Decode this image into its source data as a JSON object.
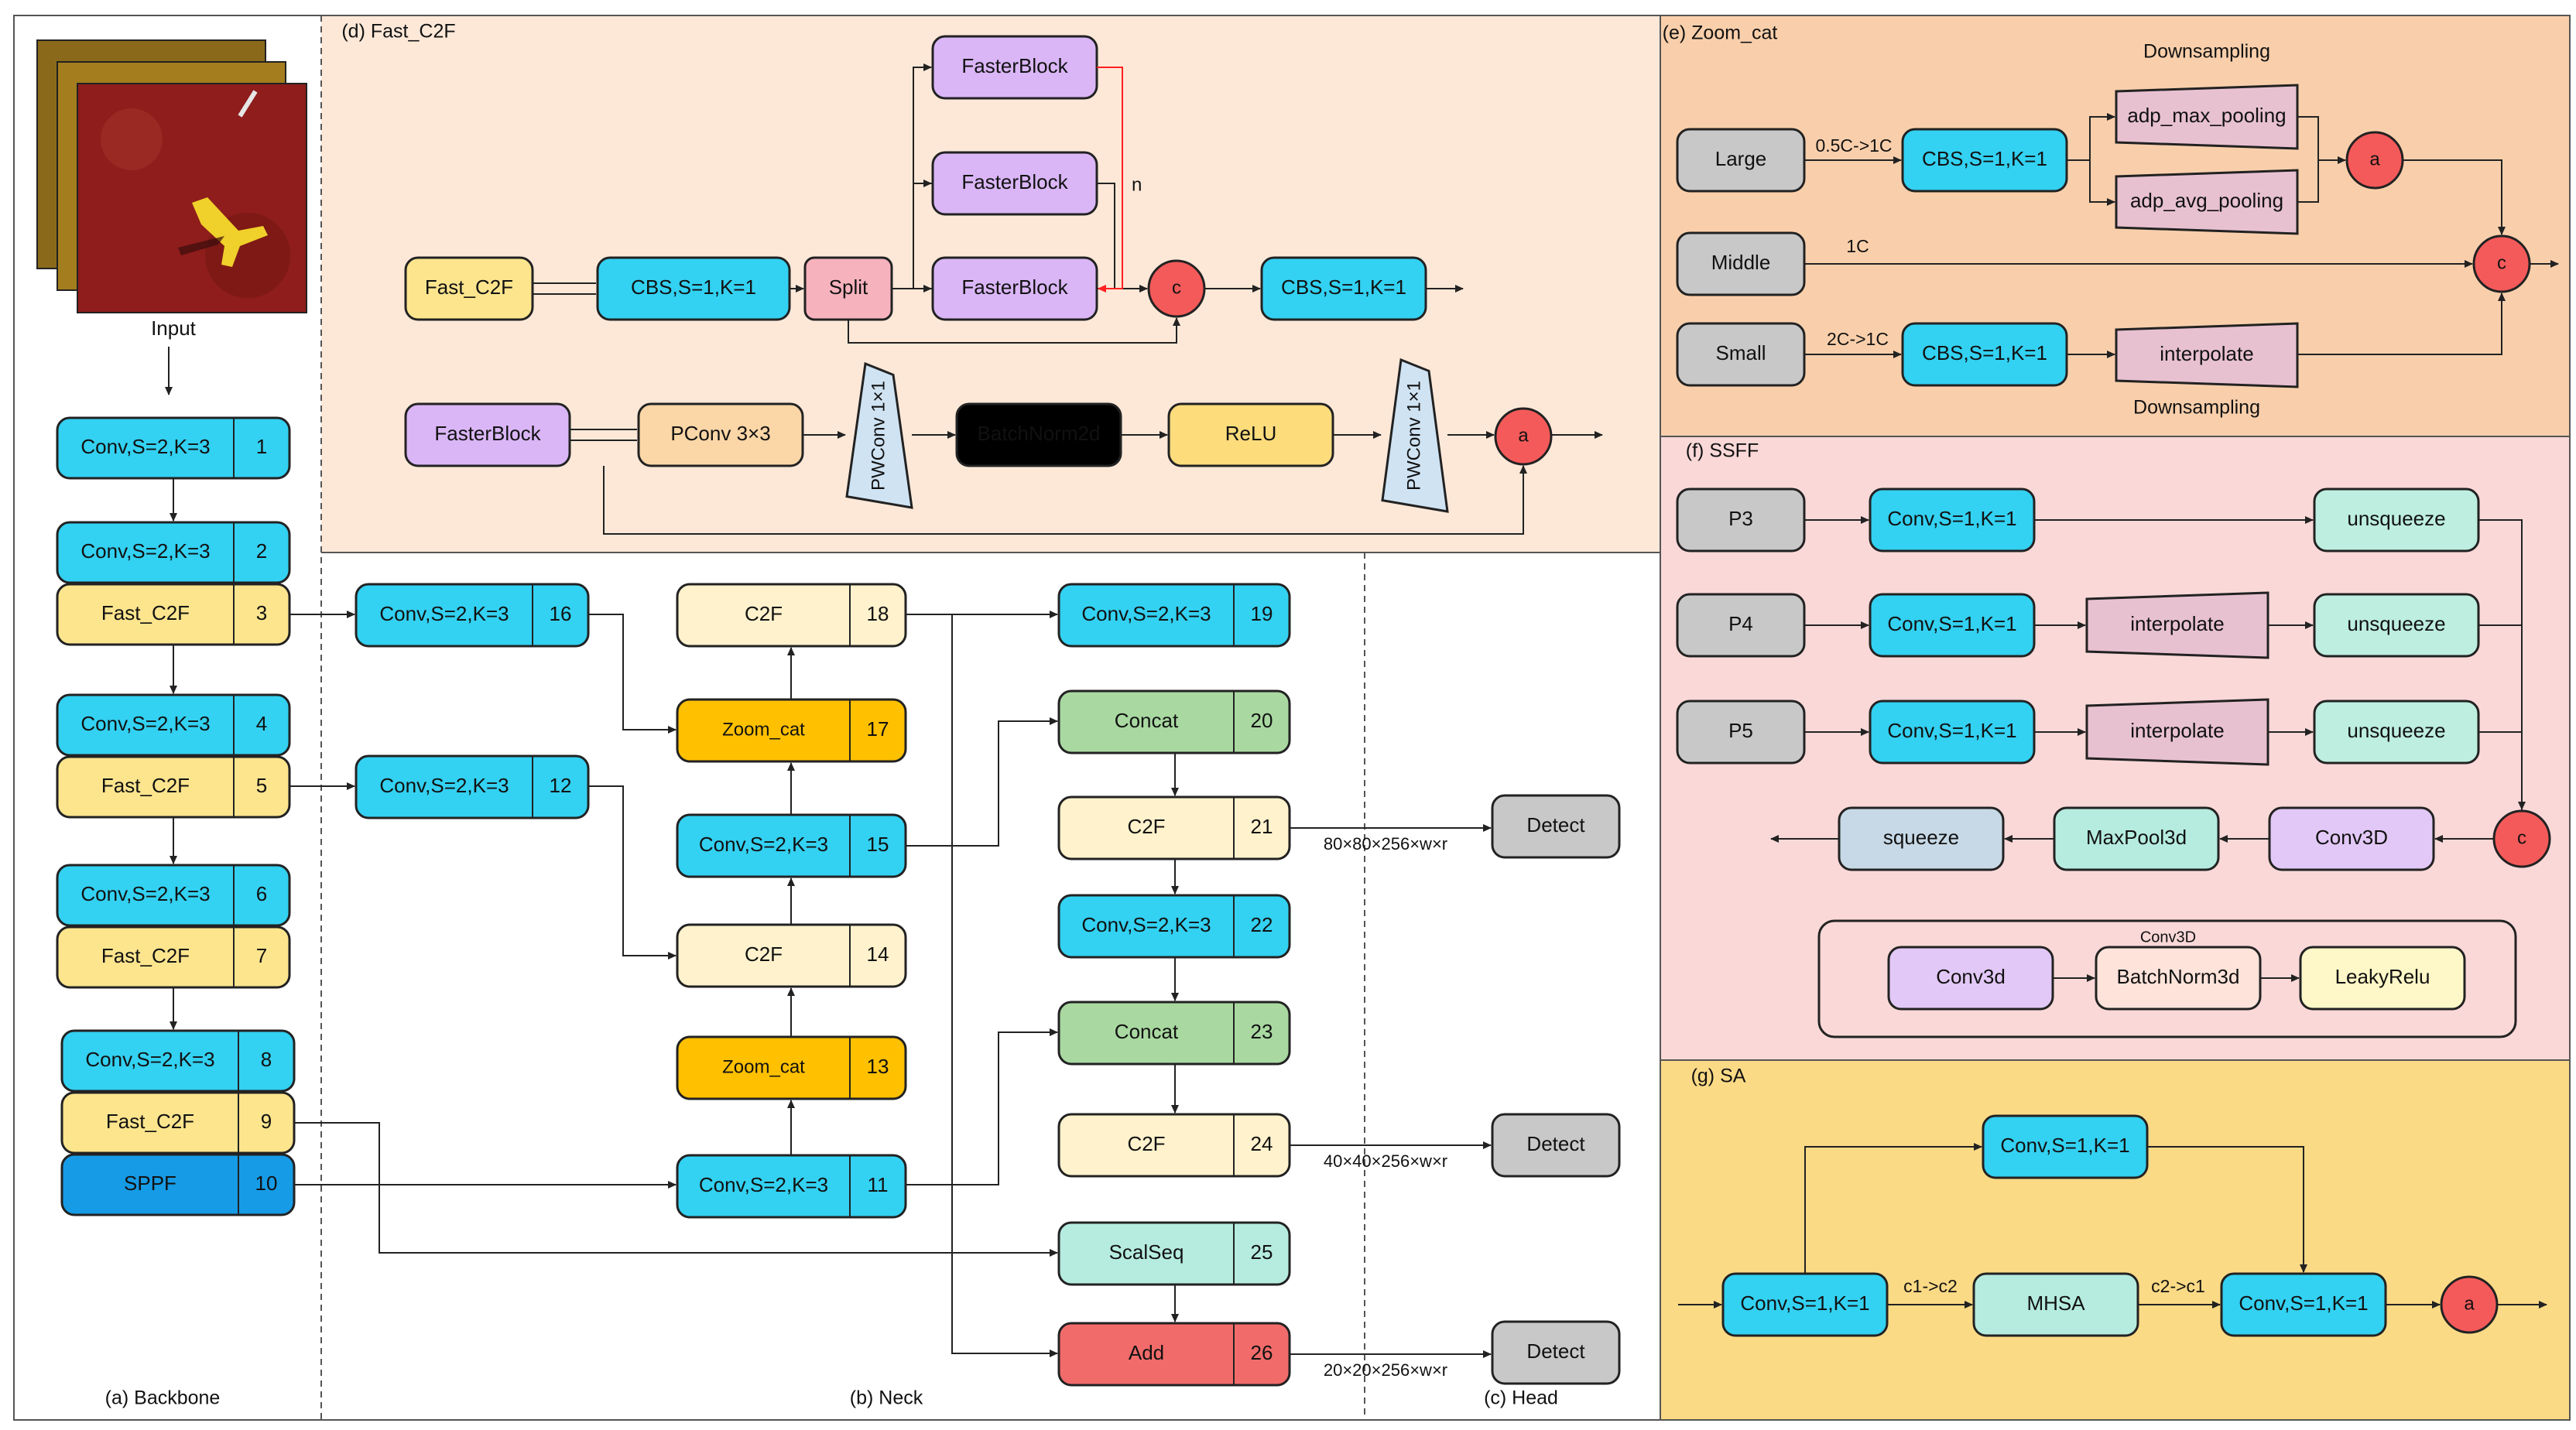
{
  "backbone": {
    "caption": "(a)  Backbone",
    "input_label": "Input",
    "blocks": [
      {
        "label": "Conv,S=2,K=3",
        "num": "1"
      },
      {
        "label": "Conv,S=2,K=3",
        "num": "2"
      },
      {
        "label": "Fast_C2F",
        "num": "3"
      },
      {
        "label": "Conv,S=2,K=3",
        "num": "4"
      },
      {
        "label": "Fast_C2F",
        "num": "5"
      },
      {
        "label": "Conv,S=2,K=3",
        "num": "6"
      },
      {
        "label": "Fast_C2F",
        "num": "7"
      },
      {
        "label": "Conv,S=2,K=3",
        "num": "8"
      },
      {
        "label": "Fast_C2F",
        "num": "9"
      },
      {
        "label": "SPPF",
        "num": "10"
      }
    ]
  },
  "neck": {
    "caption": "(b)  Neck",
    "blocks": [
      {
        "label": "Conv,S=2,K=3",
        "num": "16"
      },
      {
        "label": "Conv,S=2,K=3",
        "num": "12"
      },
      {
        "label": "C2F",
        "num": "18"
      },
      {
        "label": "Zoom_cat",
        "num": "17"
      },
      {
        "label": "Conv,S=2,K=3",
        "num": "15"
      },
      {
        "label": "C2F",
        "num": "14"
      },
      {
        "label": "Zoom_cat",
        "num": "13"
      },
      {
        "label": "Conv,S=2,K=3",
        "num": "11"
      },
      {
        "label": "Conv,S=2,K=3",
        "num": "19"
      },
      {
        "label": "Concat",
        "num": "20"
      },
      {
        "label": "C2F",
        "num": "21"
      },
      {
        "label": "Conv,S=2,K=3",
        "num": "22"
      },
      {
        "label": "Concat",
        "num": "23"
      },
      {
        "label": "C2F",
        "num": "24"
      },
      {
        "label": "ScalSeq",
        "num": "25"
      },
      {
        "label": "Add",
        "num": "26"
      }
    ]
  },
  "head": {
    "caption": "(c)  Head",
    "detect_label": "Detect",
    "sizes": [
      "80×80×256×w×r",
      "40×40×256×w×r",
      "20×20×256×w×r"
    ]
  },
  "fast_c2f": {
    "caption": "(d)  Fast_C2F",
    "input": "Fast_C2F",
    "cbs": "CBS,S=1,K=1",
    "split": "Split",
    "faster_block": "FasterBlock",
    "concat": "c",
    "n_label": "n",
    "pconv": "PConv 3×3",
    "pwconv": "PWConv 1×1",
    "batchnorm": "BatchNorm2d",
    "relu": "ReLU",
    "add": "a"
  },
  "zoom_cat": {
    "caption": "(e) Zoom_cat",
    "inputs": [
      "Large",
      "Middle",
      "Small"
    ],
    "cbs": "CBS,S=1,K=1",
    "max_pool": "adp_max_pooling",
    "avg_pool": "adp_avg_pooling",
    "interpolate": "interpolate",
    "ratio_large": "0.5C->1C",
    "ratio_middle": "1C",
    "ratio_small": "2C->1C",
    "downsampling": "Downsampling",
    "add": "a",
    "concat": "c"
  },
  "ssff": {
    "caption": "(f)  SSFF",
    "inputs": [
      "P3",
      "P4",
      "P5"
    ],
    "conv": "Conv,S=1,K=1",
    "interpolate": "interpolate",
    "unsqueeze": "unsqueeze",
    "concat": "c",
    "conv3d": "Conv3D",
    "maxpool3d": "MaxPool3d",
    "squeeze": "squeeze",
    "legend_title": "Conv3D",
    "legend_items": [
      "Conv3d",
      "BatchNorm3d",
      "LeakyRelu"
    ]
  },
  "sa": {
    "caption": "(g)  SA",
    "conv": "Conv,S=1,K=1",
    "mhsa": "MHSA",
    "ratio_in": "c1->c2",
    "ratio_out": "c2->c1",
    "add": "a"
  },
  "colors": {
    "conv": "#33d1f2",
    "sppf": "#169be6",
    "fast_c2f": "#fde58e",
    "c2f": "#fff2cc",
    "zoom_cat": "#ffc000",
    "concat": "#a9d9a1",
    "scalseq": "#b5ecdf",
    "add_block": "#f26b6b",
    "detect": "#c8c8c8",
    "faster_block": "#dab6f7",
    "split": "#f6b2bd",
    "pconv": "#fbd6a7",
    "batchnorm2d": "#2ff3e8",
    "relu": "#fddc7c",
    "pwconv": "#cfe3f3",
    "circle": "#f55a5a",
    "pool": "#e8c1d0",
    "gray_input": "#c8c8c8",
    "unsqueeze": "#bdeee0",
    "squeeze": "#c7d9e6",
    "conv3d": "#e2c8f6",
    "batchnorm3d": "#fde3da",
    "leakyrelu": "#fef7c7",
    "panel_fast_c2f": "#fde8d8",
    "panel_zoom_cat": "#f9cfab",
    "panel_ssff": "#fad8d8",
    "panel_sa": "#fbda86",
    "arrow_red": "#ff2020"
  }
}
